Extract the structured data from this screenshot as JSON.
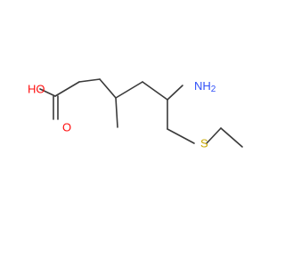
{
  "colors": {
    "bond": "#3a3a3a",
    "oxygen": "#ff0d0d",
    "nitrogen": "#3050f8",
    "sulfur": "#c8a800"
  },
  "atoms": {
    "hydroxyl": "HO",
    "carbonyl_oxygen": "O",
    "amine": "NH",
    "amine_h2": "2",
    "sulfur": "S"
  }
}
